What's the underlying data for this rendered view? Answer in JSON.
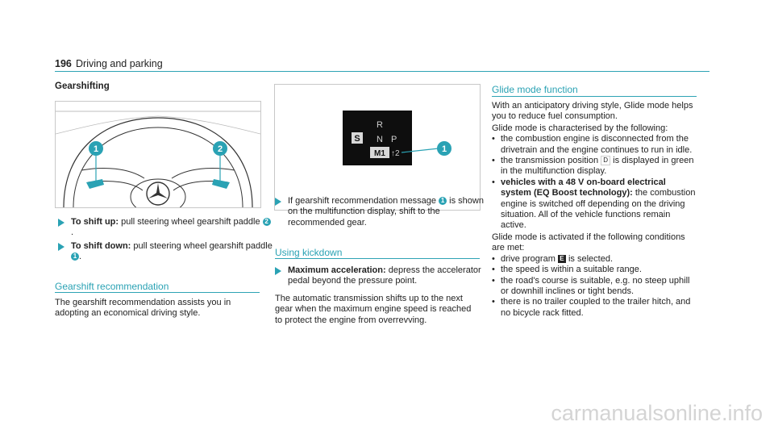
{
  "header": {
    "page_number": "196",
    "section": "Driving and parking"
  },
  "col1": {
    "heading": "Gearshifting",
    "image": {
      "callout_1": "1",
      "callout_2": "2"
    },
    "step1": {
      "bold": "To shift up:",
      "text": " pull steering wheel gearshift paddle ",
      "ref": "2",
      "end": "."
    },
    "step2": {
      "bold": "To shift down:",
      "text": " pull steering wheel gearshift paddle ",
      "ref": "1",
      "end": "."
    },
    "rec_heading": "Gearshift recommendation",
    "rec_text": "The gearshift recommendation assists you in adopting an economical driving style."
  },
  "col2": {
    "display": {
      "mode": "S",
      "r": "R",
      "n": "N",
      "p": "P",
      "m1": "M1",
      "arrow": "↑2",
      "callout": "1"
    },
    "step1": {
      "text_a": "If gearshift recommendation message ",
      "ref": "1",
      "text_b": " is shown on the multifunction display, shift to the recommended gear."
    },
    "kick_heading": "Using kickdown",
    "step2": {
      "bold": "Maximum acceleration:",
      "text": " depress the accelerator pedal beyond the pressure point."
    },
    "kick_text": "The automatic transmission shifts up to the next gear when the maximum engine speed is reached to protect the engine from overrevving."
  },
  "col3": {
    "heading": "Glide mode function",
    "intro": "With an anticipatory driving style, Glide mode helps you to reduce fuel consumption.",
    "char_intro": "Glide mode is characterised by the following:",
    "b1": "the combustion engine is disconnected from the drivetrain and the engine continues to run in idle.",
    "b2_a": "the transmission position ",
    "b2_icon": "D",
    "b2_b": " is displayed in green in the multifunction display.",
    "b3_bold": "vehicles with a 48 V on-board electrical system (EQ Boost technology):",
    "b3_text": " the combustion engine is switched off depending on the driving situation. All of the vehicle functions remain active.",
    "cond_intro": "Glide mode is activated if the following conditions are met:",
    "c1_a": "drive program ",
    "c1_icon": "E",
    "c1_b": " is selected.",
    "c2": "the speed is within a suitable range.",
    "c3": "the road's course is suitable, e.g. no steep uphill or downhill inclines or tight bends.",
    "c4": "there is no trailer coupled to the trailer hitch, and no bicycle rack fitted."
  },
  "footer": {
    "watermark": "carmanualsonline.info"
  },
  "colors": {
    "accent": "#2aa2b4",
    "text": "#222222"
  }
}
